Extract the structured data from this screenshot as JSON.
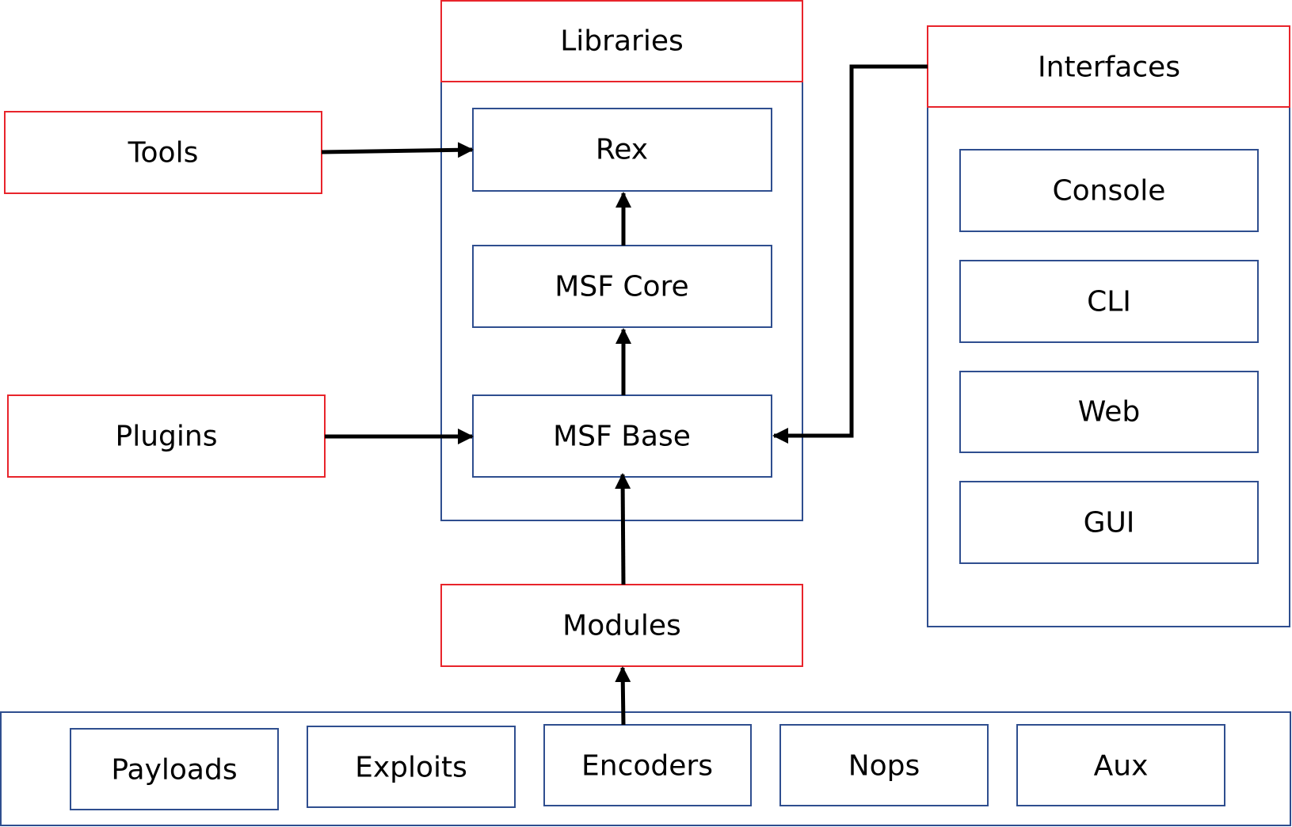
{
  "colors": {
    "group_border": "#E8242B",
    "inner_border": "#2F4E8F",
    "arrow": "#000000",
    "background": "#FFFFFF",
    "text": "#000000"
  },
  "libraries": {
    "title": "Libraries",
    "items": {
      "rex": "Rex",
      "msf_core": "MSF Core",
      "msf_base": "MSF Base"
    }
  },
  "interfaces": {
    "title": "Interfaces",
    "items": {
      "console": "Console",
      "cli": "CLI",
      "web": "Web",
      "gui": "GUI"
    }
  },
  "tools": {
    "label": "Tools"
  },
  "plugins": {
    "label": "Plugins"
  },
  "modules": {
    "title": "Modules",
    "items": {
      "payloads": "Payloads",
      "exploits": "Exploits",
      "encoders": "Encoders",
      "nops": "Nops",
      "aux": "Aux"
    }
  }
}
